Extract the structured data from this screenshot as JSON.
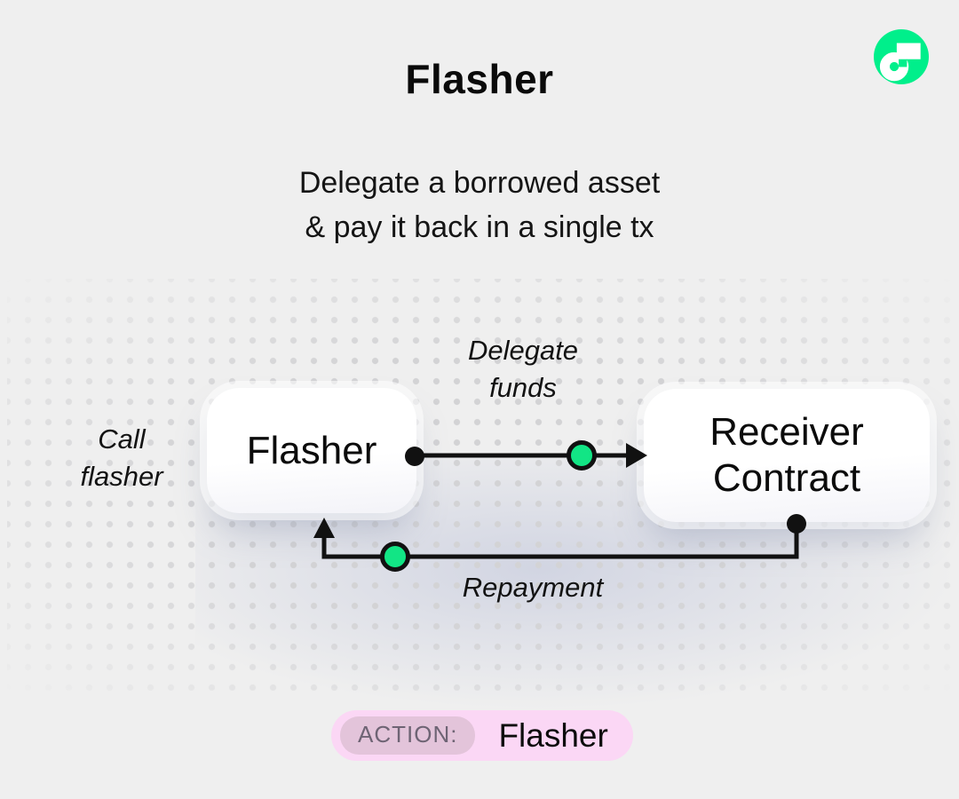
{
  "header": {
    "title": "Flasher",
    "subtitle_line1": "Delegate a borrowed asset",
    "subtitle_line2": "& pay it back in a single tx"
  },
  "logo": {
    "name": "flow-logo",
    "color": "#00EF8B"
  },
  "diagram": {
    "call_label_line1": "Call",
    "call_label_line2": "flasher",
    "delegate_label_line1": "Delegate",
    "delegate_label_line2": "funds",
    "repayment_label": "Repayment",
    "flasher_node_label": "Flasher",
    "receiver_node_line1": "Receiver",
    "receiver_node_line2": "Contract",
    "marker_green": "#12E585",
    "line_color": "#111111",
    "dot_color": "#d3d3d5"
  },
  "footer": {
    "action_label": "ACTION:",
    "action_value": "Flasher",
    "badge_bg": "#FBD7F5",
    "badge_chip_bg": "#E3C4DA"
  }
}
